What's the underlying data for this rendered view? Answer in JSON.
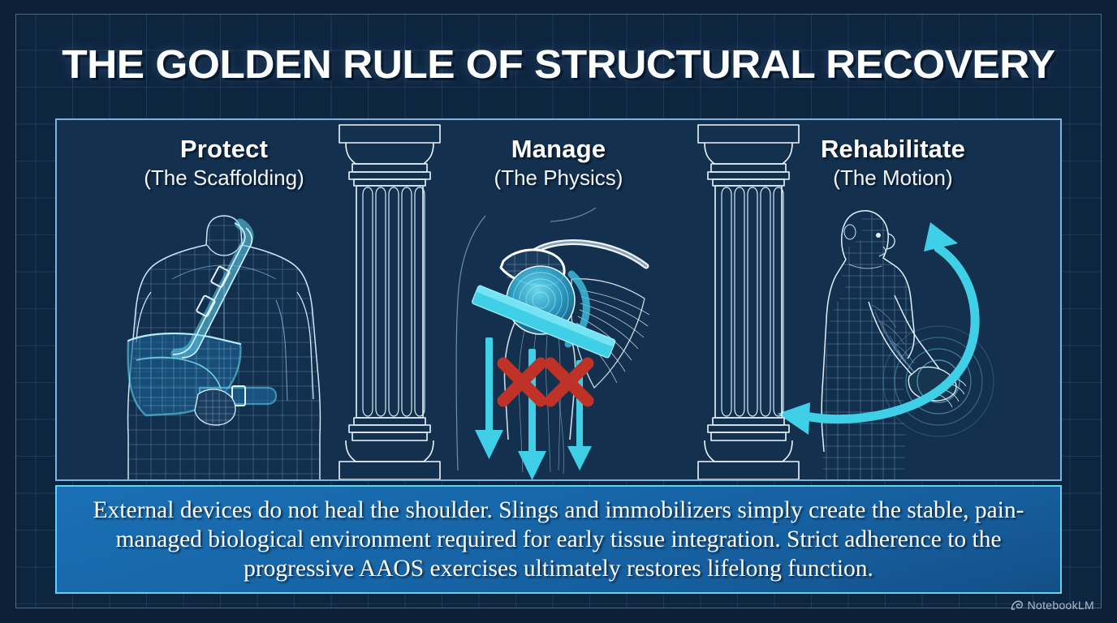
{
  "poster": {
    "title": "THE GOLDEN RULE OF STRUCTURAL RECOVERY",
    "background_color": "#0e2540",
    "panel_color": "#13304f",
    "accent_color": "#3fd0e8",
    "frame_color": "#7fb3de",
    "warning_color": "#c0392b"
  },
  "columns": [
    {
      "id": "protect",
      "title": "Protect",
      "subtitle": "(The Scaffolding)",
      "art": "arm-sling-wireframe-illustration"
    },
    {
      "id": "manage",
      "title": "Manage",
      "subtitle": "(The Physics)",
      "art": "shoulder-joint-load-illustration"
    },
    {
      "id": "rehabilitate",
      "title": "Rehabilitate",
      "subtitle": "(The Motion)",
      "art": "pendulum-motion-wireframe-illustration"
    }
  ],
  "dividers": [
    {
      "id": "column-divider-1",
      "art": "classical-doric-column"
    },
    {
      "id": "column-divider-2",
      "art": "classical-doric-column"
    }
  ],
  "caption": {
    "text": "External devices do not heal the shoulder. Slings and immobilizers simply create the stable, pain-managed biological environment required for early tissue integration. Strict adherence to the progressive AAOS exercises ultimately restores lifelong function."
  },
  "watermark": {
    "label": "NotebookLM",
    "icon": "notebooklm-spiral-logo"
  }
}
